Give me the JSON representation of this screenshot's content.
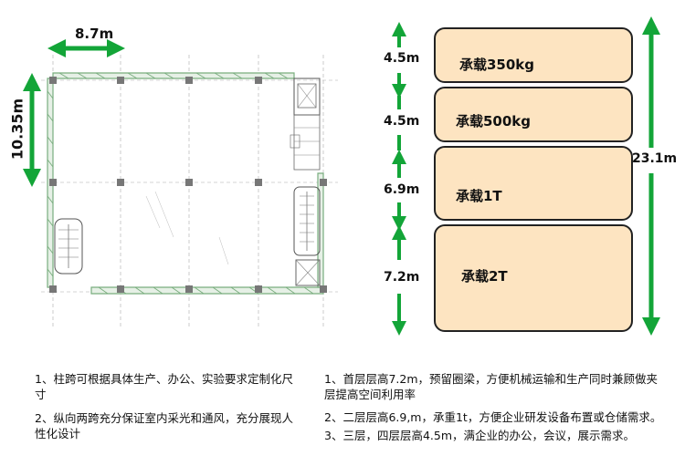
{
  "plan": {
    "span_label": "8.7m",
    "depth_label": "10.35m"
  },
  "section": {
    "floors": [
      {
        "height": "4.5m",
        "load": "承载350kg"
      },
      {
        "height": "4.5m",
        "load": "承载500kg"
      },
      {
        "height": "6.9m",
        "load": "承载1T"
      },
      {
        "height": "7.2m",
        "load": "承载2T"
      }
    ],
    "total_height": "23.1m"
  },
  "notes_left": {
    "line1": "1、柱跨可根据具体生产、办公、实验要求定制化尺",
    "line1b": "寸",
    "line2": "2、纵向两跨充分保证室内采光和通风，充分展现人",
    "line2b": "性化设计"
  },
  "notes_right": {
    "line1": "1、首层层高7.2m，预留圈梁，方便机械运输和生产同时兼顾做夹",
    "line1b": "层提高空间利用率",
    "line2": "2、二层层高6.9,m，承重1t，方便企业研发设备布置或仓储需求。",
    "line3": "3、三层，四层层高4.5m，满企业的办公，会议，展示需求。"
  },
  "colors": {
    "arrow_green": "#13a538",
    "floor_fill": "#fde4c1",
    "plan_wall": "#79ad7e"
  }
}
